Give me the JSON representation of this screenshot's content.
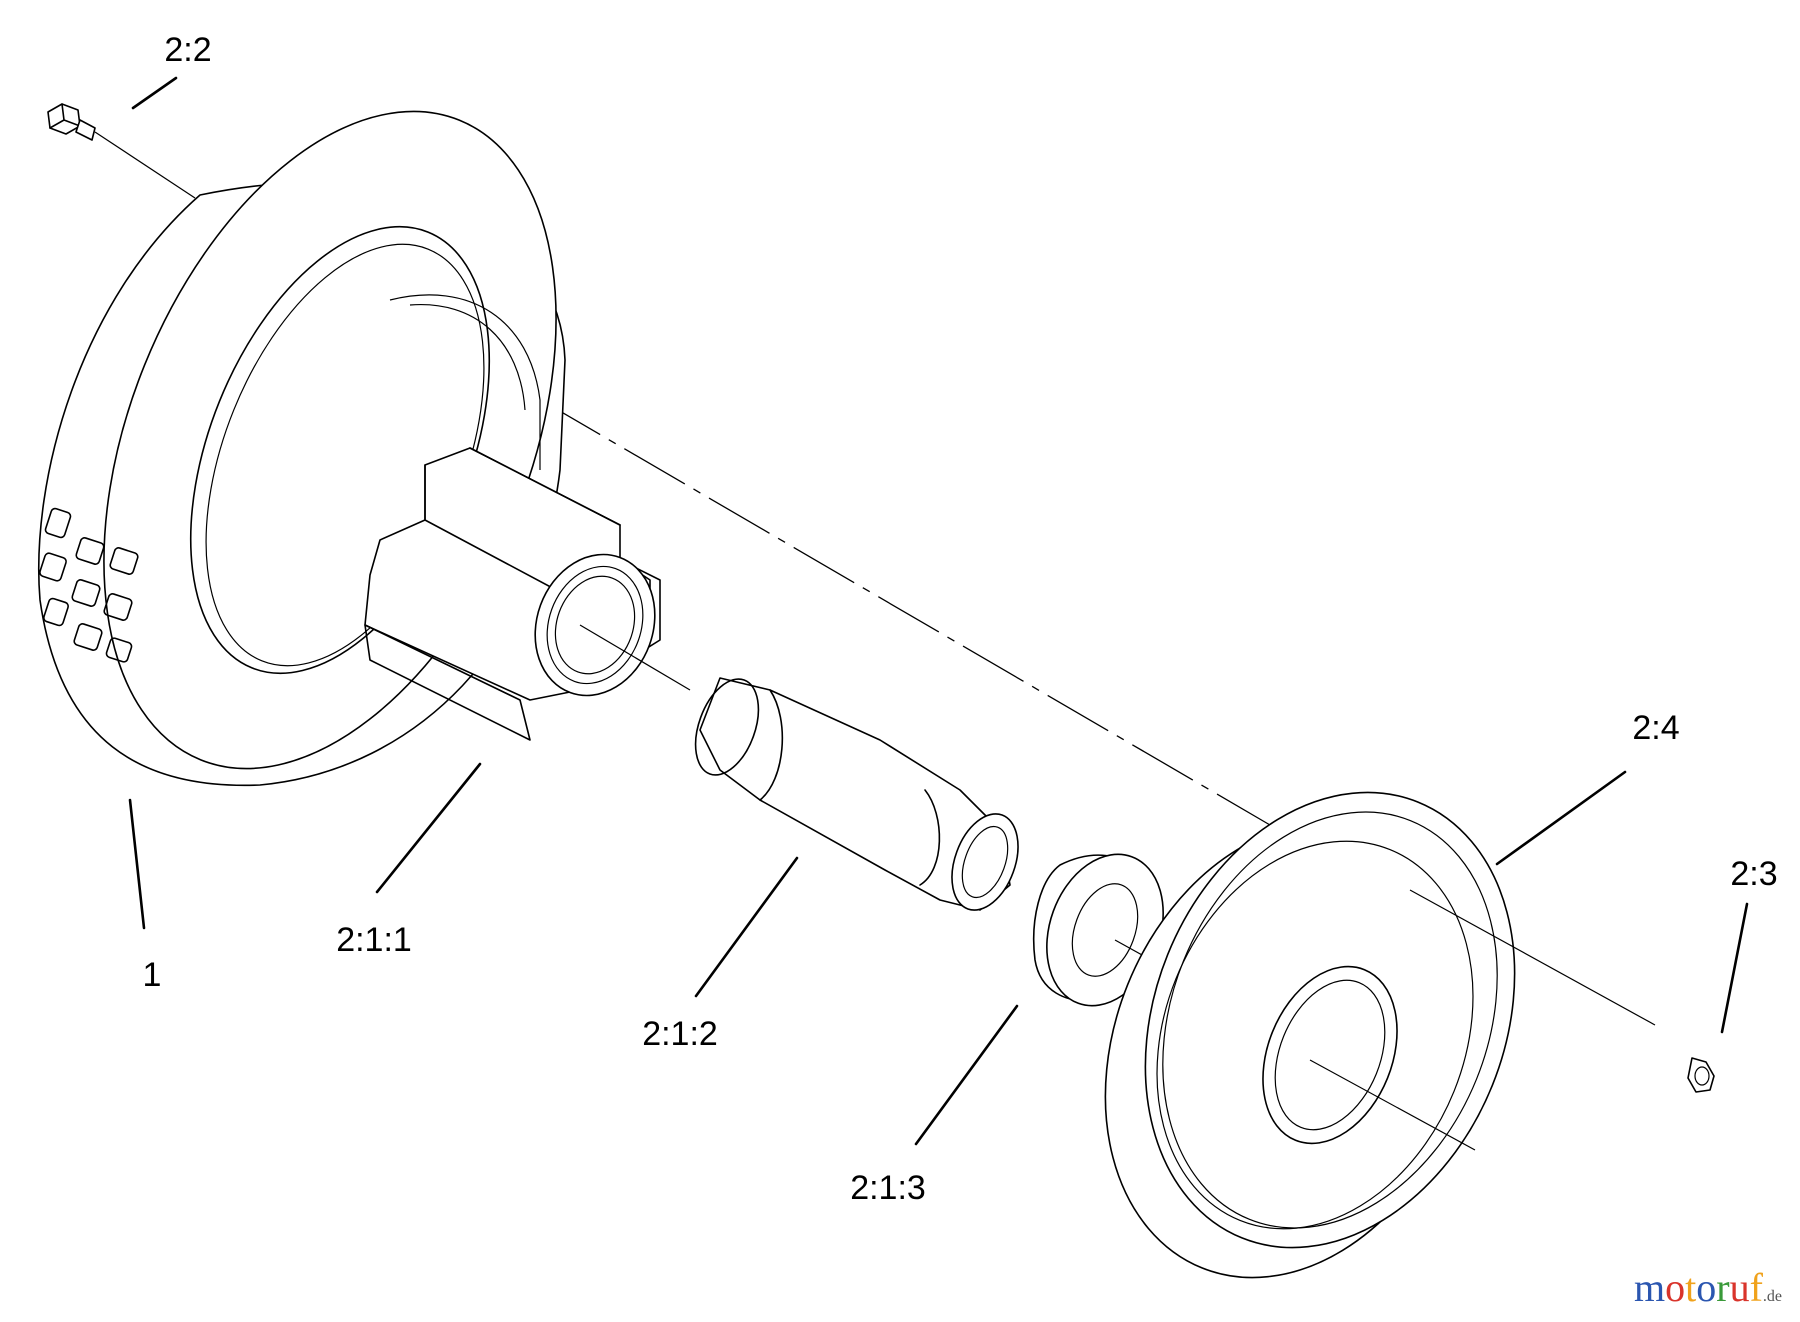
{
  "callouts": {
    "tire": "1",
    "screw": "2:2",
    "hub": "2:1:1",
    "axle_bushing": "2:1:2",
    "spacer": "2:1:3",
    "nut": "2:3",
    "wheel_cover": "2:4"
  },
  "watermark": {
    "letters": [
      {
        "ch": "m",
        "color": "#2b56b0"
      },
      {
        "ch": "o",
        "color": "#d9342b"
      },
      {
        "ch": "t",
        "color": "#f0a21c"
      },
      {
        "ch": "o",
        "color": "#2b56b0"
      },
      {
        "ch": "r",
        "color": "#3a9a3a"
      },
      {
        "ch": "u",
        "color": "#d9342b"
      },
      {
        "ch": "f",
        "color": "#f0a21c"
      }
    ],
    "suffix": ".de"
  }
}
